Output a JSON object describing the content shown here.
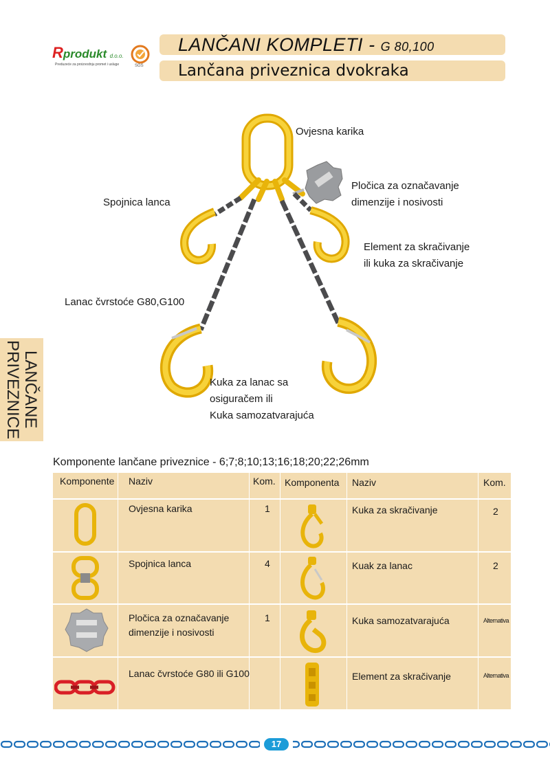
{
  "header": {
    "logo_r": "R",
    "logo_name": "produkt",
    "logo_doo": "d.o.o.",
    "logo_tagline": "Preduzeće za proizvodnju promet i usluge",
    "cert_text": "SGS",
    "title_main": "LANČANI KOMPLETI - ",
    "title_grade": "G 80,100",
    "subtitle": "Lančana priveznica dvokraka"
  },
  "diagram_labels": {
    "ovjesna": "Ovjesna karika",
    "plocica_1": "Pločica za označavanje",
    "plocica_2": "dimenzije i nosivosti",
    "spojnica": "Spojnica lanca",
    "element_1": "Element za skračivanje",
    "element_2": "ili kuka za skračivanje",
    "lanac": "Lanac čvrstoće G80,G100",
    "kuka_1": "Kuka za lanac sa",
    "kuka_2": "osiguračem ili",
    "kuka_3": "Kuka samozatvarajuća"
  },
  "side_tab": {
    "line1": "LANČANE",
    "line2": "PRIVEZNICE"
  },
  "table": {
    "caption": "Komponente lančane priveznice - 6;7;8;10;13;16;18;20;22;26mm",
    "headers": [
      "Komponente",
      "Naziv",
      "Kom.",
      "Komponenta",
      "Naziv",
      "Kom."
    ],
    "rows": [
      {
        "left_name": "Ovjesna karika",
        "left_qty": "1",
        "right_name": "Kuka za skračivanje",
        "right_qty": "2"
      },
      {
        "left_name": "Spojnica lanca",
        "left_qty": "4",
        "right_name": "Kuak za lanac",
        "right_qty": "2"
      },
      {
        "left_name_1": "Pločica za označavanje",
        "left_name_2": "dimenzije i nosivosti",
        "left_qty": "1",
        "right_name": "Kuka samozatvarajuća",
        "right_qty": "Alternativa"
      },
      {
        "left_name": "Lanac čvrstoće G80 ili G100",
        "left_qty": "",
        "right_name": "Element za skračivanje",
        "right_qty": "Alternativa"
      }
    ]
  },
  "footer": {
    "page_number": "17"
  },
  "colors": {
    "accent_bar": "#f4dcb0",
    "hardware_yellow": "#f2c318",
    "chain_grey": "#5a5a5c",
    "chain_red": "#d91f26",
    "page_badge": "#1c9cd8"
  }
}
